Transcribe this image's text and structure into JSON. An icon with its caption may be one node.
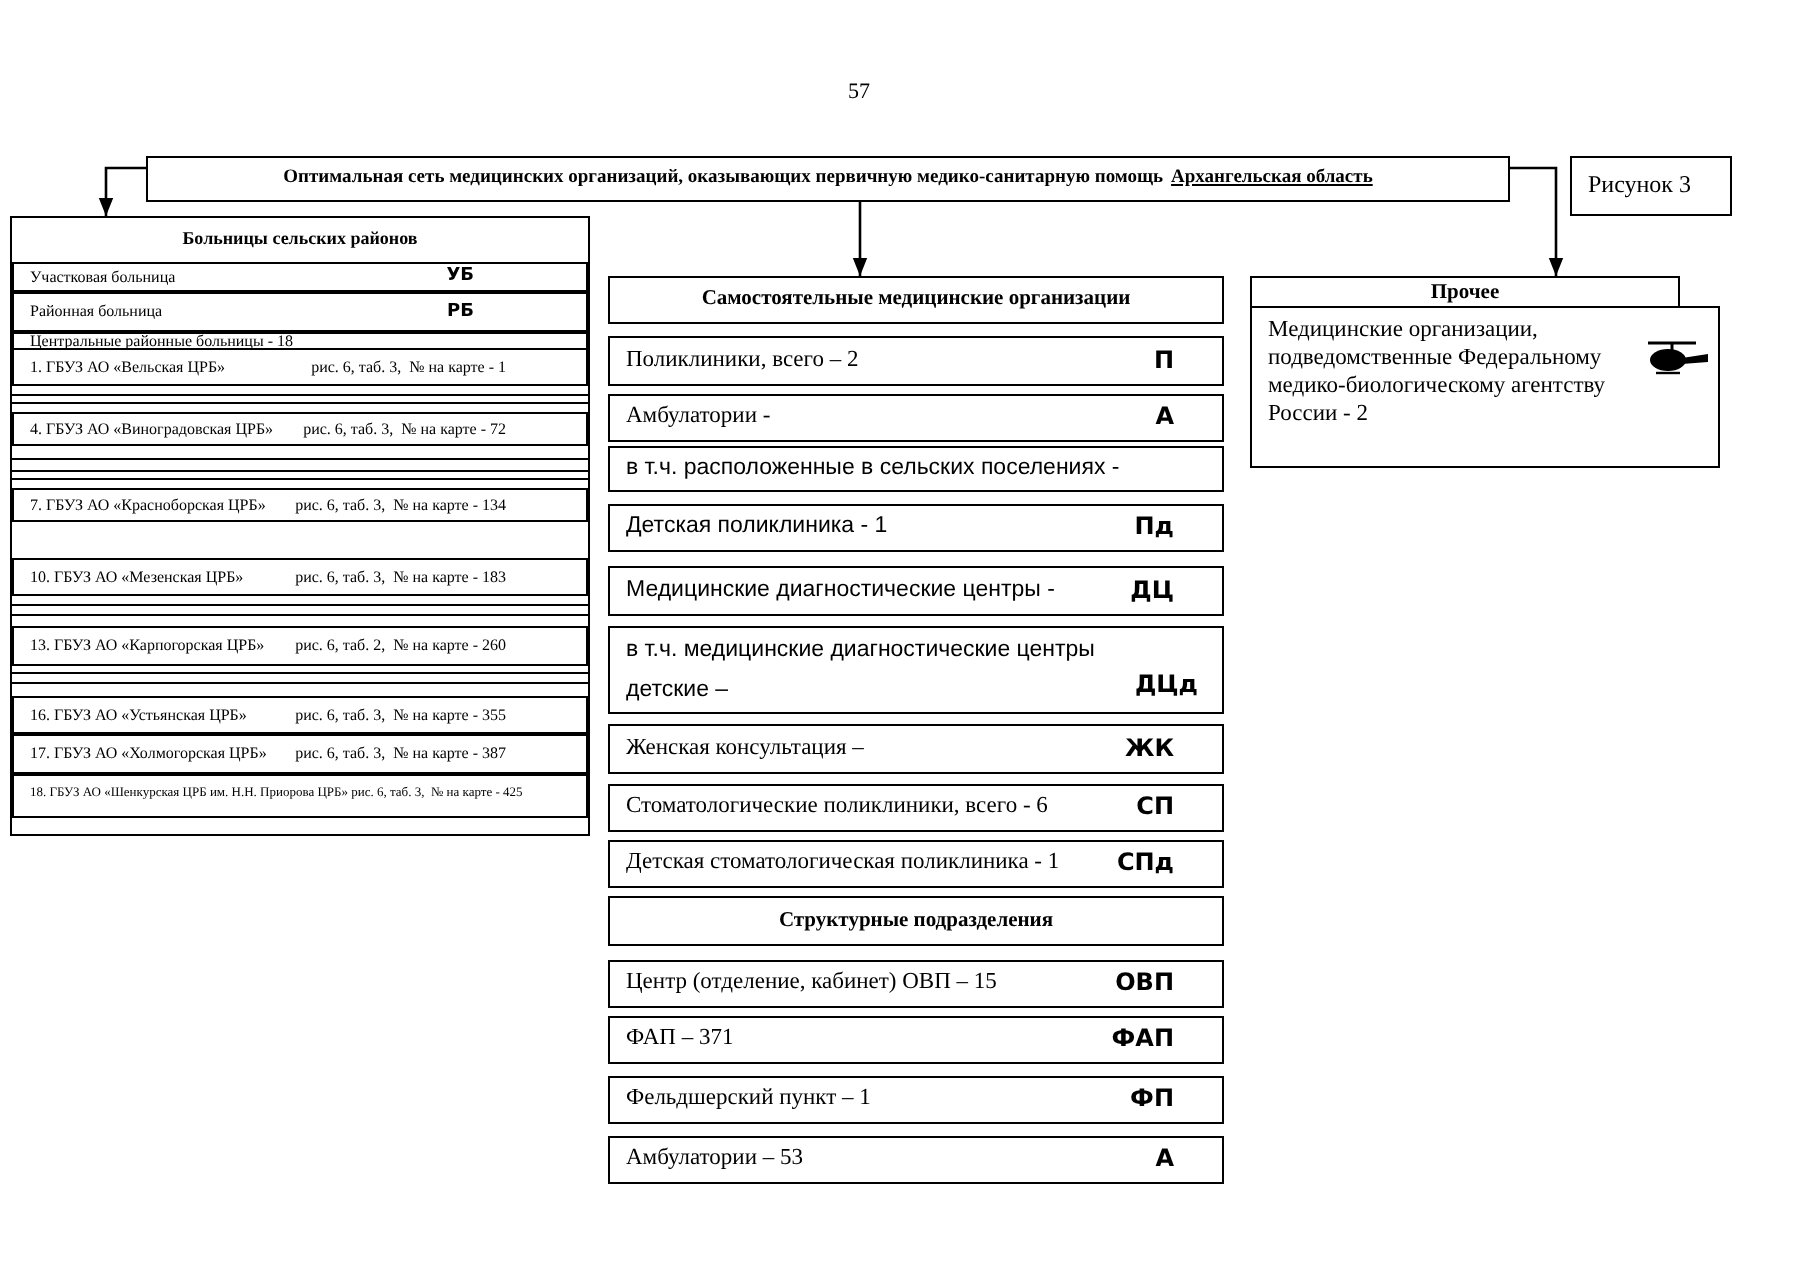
{
  "diagram": {
    "nodes": [
      {
        "text": [
          "Оптимальная сеть медицинских организаций, оказывающих первичную медико-санитарную помощь",
          "Архангельская область"
        ]
      },
      {
        "text": [
          "Рисунок 3"
        ]
      },
      {
        "text": [
          "Больницы сельских районов"
        ]
      },
      {
        "text": [
          "Участковая больница",
          "УБ"
        ],
        "in": 2
      },
      {
        "text": [
          "Районная больница",
          "РБ"
        ],
        "in": 2
      },
      {
        "text": [
          "Центральные районные больницы - 18"
        ],
        "in": 2
      },
      {
        "text": [
          "1. ГБУЗ АО «Вельская ЦРБ»",
          "рис. 6, таб. 3,  № на карте - 1"
        ],
        "in": 2
      },
      {
        "text": [
          "4. ГБУЗ АО «Виноградовская ЦРБ»",
          "рис. 6, таб. 3,  № на карте - 72"
        ],
        "in": 2
      },
      {
        "text": [
          "7. ГБУЗ АО «Красноборская ЦРБ»",
          "рис. 6, таб. 3,  № на карте - 134"
        ],
        "in": 2
      },
      {
        "text": [
          "10. ГБУЗ АО «Мезенская ЦРБ»",
          "рис. 6, таб. 3,  № на карте - 183"
        ],
        "in": 2
      },
      {
        "text": [
          "13. ГБУЗ АО «Карпогорская ЦРБ»",
          "рис. 6, таб. 2,  № на карте - 260"
        ],
        "in": 2
      },
      {
        "text": [
          "16. ГБУЗ АО «Устьянская ЦРБ»",
          "рис. 6, таб. 3,  № на карте - 355"
        ],
        "in": 2
      },
      {
        "text": [
          "17. ГБУЗ АО «Холмогорская ЦРБ»",
          "рис. 6, таб. 3,  № на карте - 387"
        ],
        "in": 2
      },
      {
        "text": [
          "18. ГБУЗ АО «Шенкурская ЦРБ им. Н.Н. Приорова ЦРБ» рис. 6, таб. 3,  № на карте - 425"
        ],
        "in": 2
      },
      {
        "text": [
          "Самостоятельные медицинские организации"
        ]
      },
      {
        "text": [
          "Поликлиники, всего – 2",
          "П"
        ]
      },
      {
        "text": [
          "Амбулатории -",
          "А"
        ]
      },
      {
        "text": [
          "в т.ч. расположенные в сельских поселениях -"
        ]
      },
      {
        "text": [
          "Детская поликлиника - 1",
          "Пд"
        ]
      },
      {
        "text": [
          "Медицинские диагностические центры -",
          "ДЦ"
        ]
      },
      {
        "text": [
          "в т.ч. медицинские диагностические центры детские –",
          "ДЦд"
        ]
      },
      {
        "text": [
          "Женская консультация –",
          "ЖК"
        ]
      },
      {
        "text": [
          "Стоматологические поликлиники, всего - 6",
          "СП"
        ]
      },
      {
        "text": [
          "Детская стоматологическая поликлиника - 1",
          "СПд"
        ]
      },
      {
        "text": [
          "Структурные подразделения"
        ]
      },
      {
        "text": [
          "Центр (отделение, кабинет) ОВП – 15",
          "ОВП"
        ]
      },
      {
        "text": [
          "ФАП – 371",
          "ФАП"
        ]
      },
      {
        "text": [
          "Фельдшерский пункт – 1",
          "ФП"
        ]
      },
      {
        "text": [
          "Амбулатории – 53",
          "А"
        ]
      },
      {
        "text": [
          "Прочее"
        ]
      },
      {
        "text": [
          "Медицинские организации, подведомственные Федеральному медико-биологическому агентству России - 2"
        ]
      }
    ],
    "edges": [
      {
        "from": 0,
        "to": 2,
        "arrow": "to"
      },
      {
        "from": 0,
        "to": 14,
        "arrow": "to"
      },
      {
        "from": 0,
        "to": 29,
        "arrow": "to"
      }
    ],
    "labels": [
      "57"
    ]
  }
}
